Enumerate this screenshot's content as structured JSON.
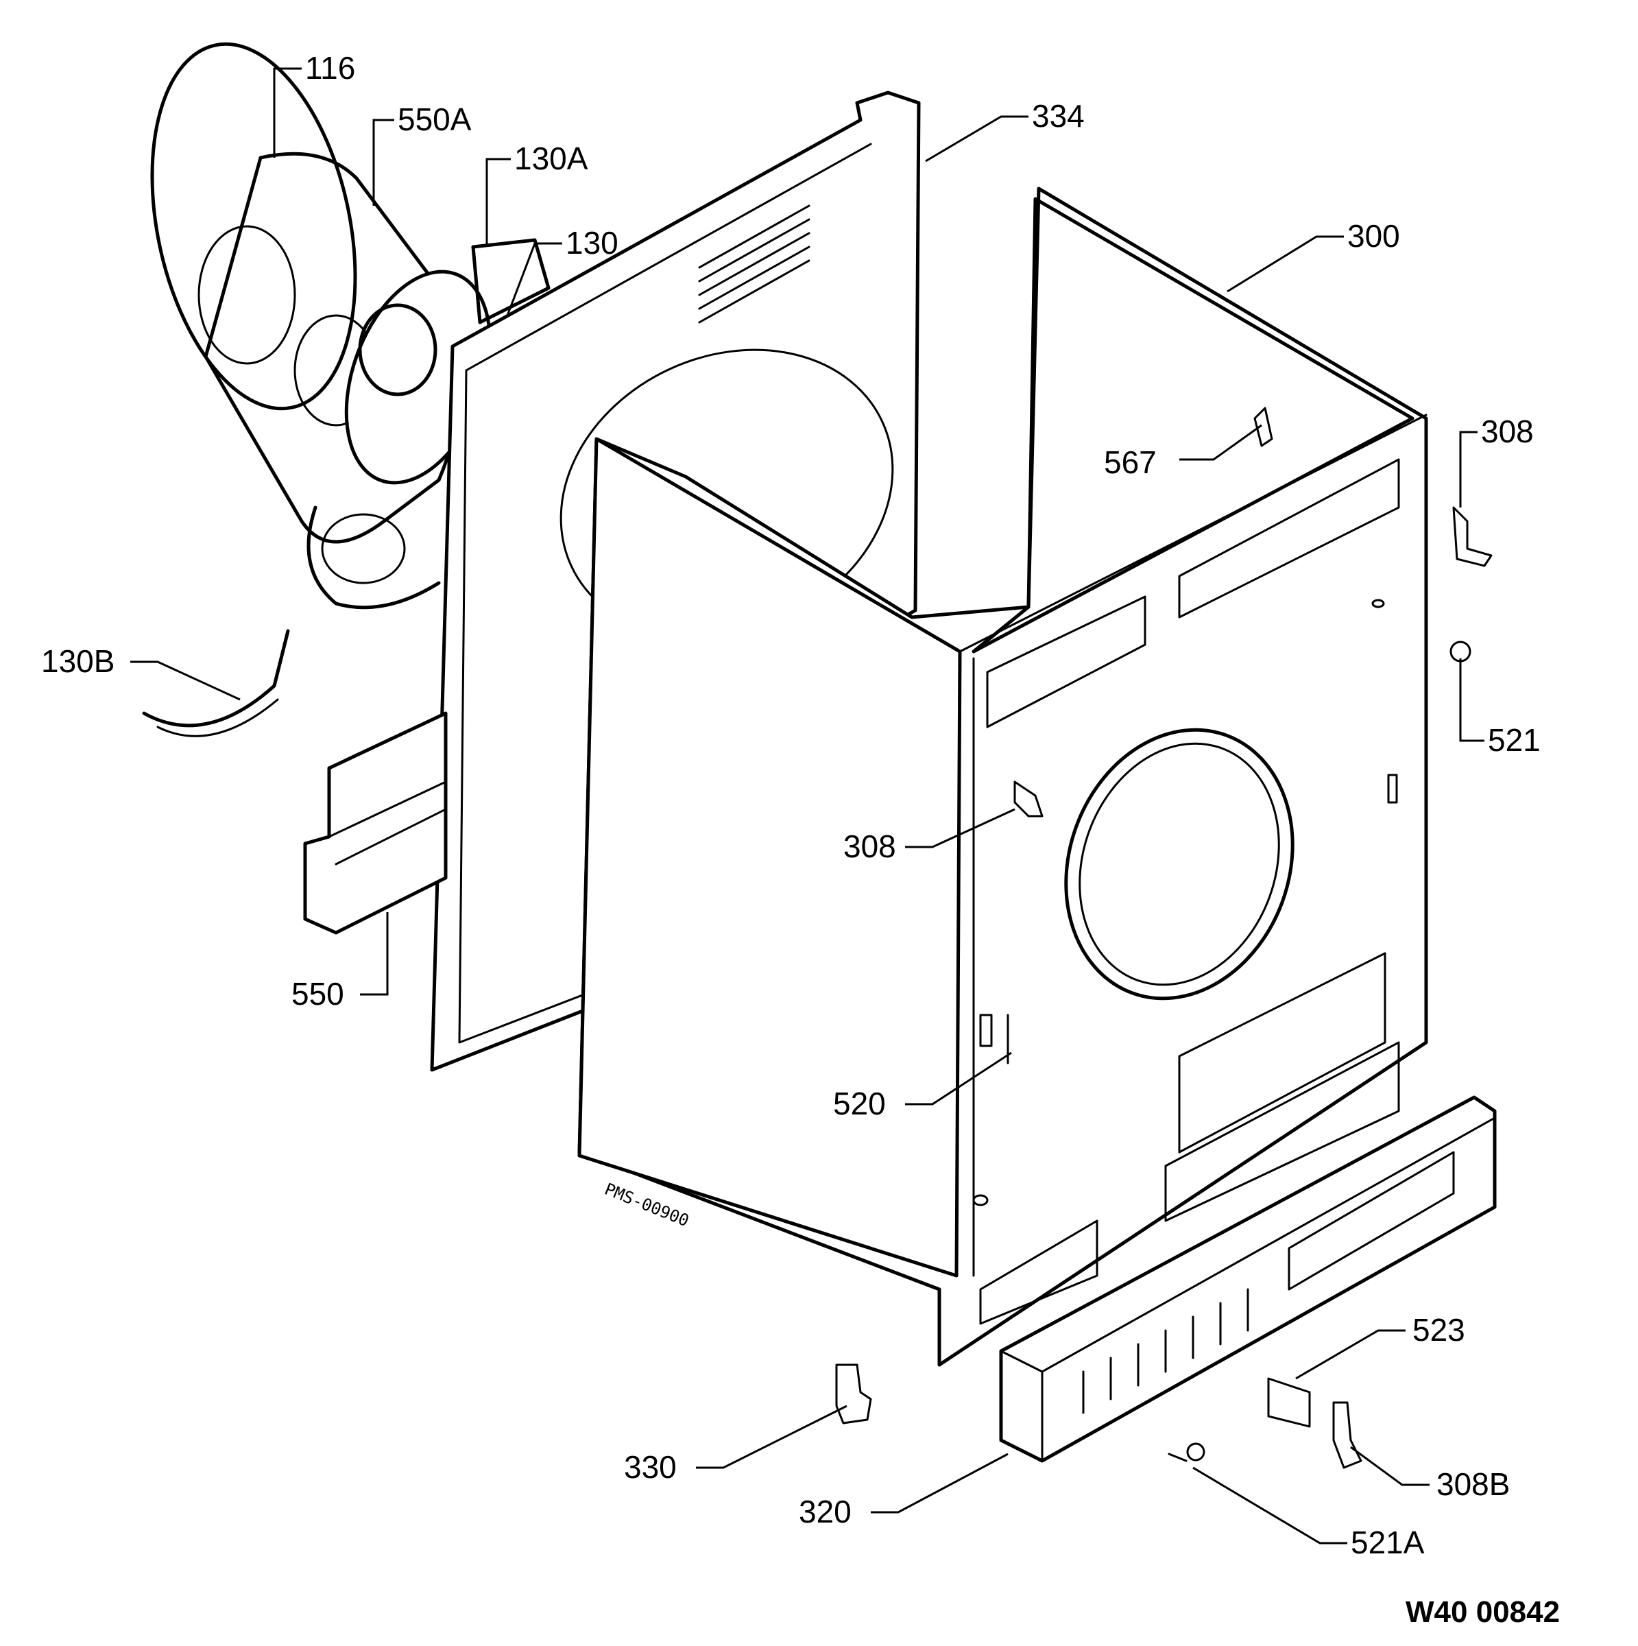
{
  "callouts": [
    {
      "id": "116",
      "text": "116"
    },
    {
      "id": "550a",
      "text": "550A"
    },
    {
      "id": "130a",
      "text": "130A"
    },
    {
      "id": "130",
      "text": "130"
    },
    {
      "id": "334",
      "text": "334"
    },
    {
      "id": "300",
      "text": "300"
    },
    {
      "id": "308-right",
      "text": "308"
    },
    {
      "id": "567",
      "text": "567"
    },
    {
      "id": "130b",
      "text": "130B"
    },
    {
      "id": "521",
      "text": "521"
    },
    {
      "id": "308-front",
      "text": "308"
    },
    {
      "id": "550",
      "text": "550"
    },
    {
      "id": "520",
      "text": "520"
    },
    {
      "id": "523",
      "text": "523"
    },
    {
      "id": "330",
      "text": "330"
    },
    {
      "id": "308b",
      "text": "308B"
    },
    {
      "id": "320",
      "text": "320"
    },
    {
      "id": "521a",
      "text": "521A"
    }
  ],
  "stamp": "PMS-00900",
  "drawing_code": "W40 00842"
}
